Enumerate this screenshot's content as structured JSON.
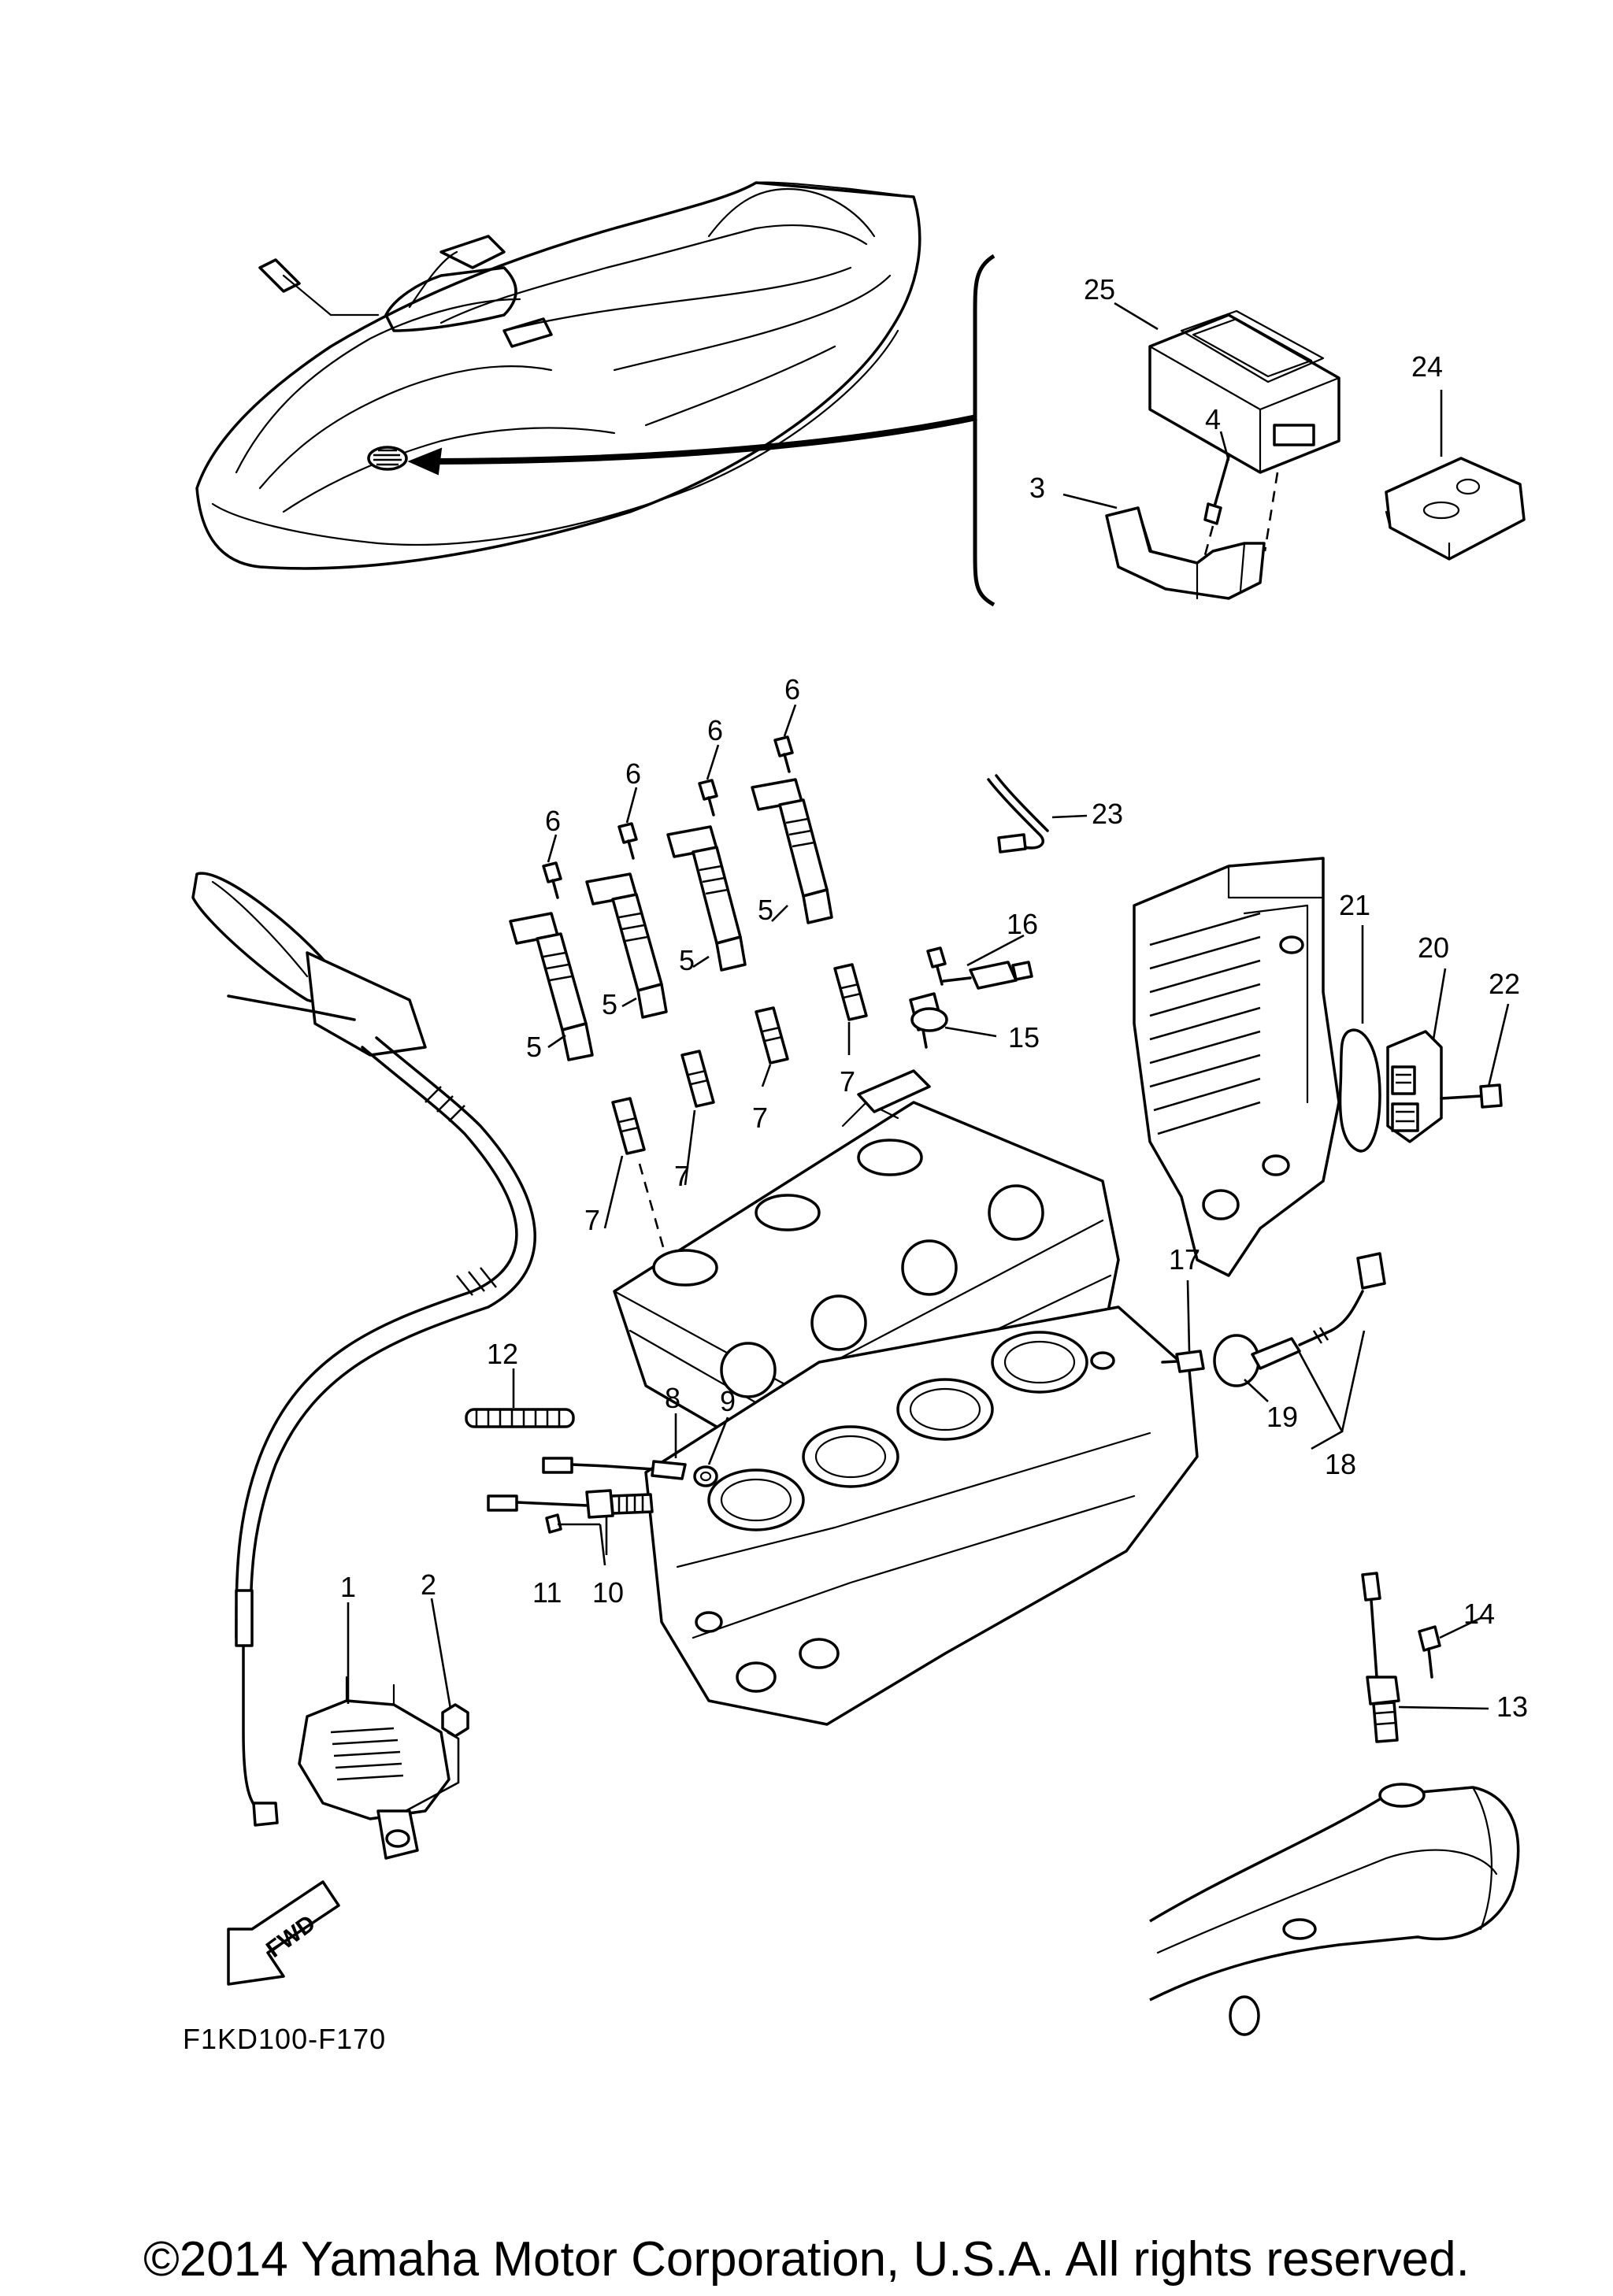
{
  "diagram": {
    "callouts": [
      {
        "id": "c1",
        "text": "1"
      },
      {
        "id": "c2",
        "text": "2"
      },
      {
        "id": "c3",
        "text": "3"
      },
      {
        "id": "c4",
        "text": "4"
      },
      {
        "id": "c5a",
        "text": "5"
      },
      {
        "id": "c5b",
        "text": "5"
      },
      {
        "id": "c5c",
        "text": "5"
      },
      {
        "id": "c5d",
        "text": "5"
      },
      {
        "id": "c6a",
        "text": "6"
      },
      {
        "id": "c6b",
        "text": "6"
      },
      {
        "id": "c6c",
        "text": "6"
      },
      {
        "id": "c6d",
        "text": "6"
      },
      {
        "id": "c7a",
        "text": "7"
      },
      {
        "id": "c7b",
        "text": "7"
      },
      {
        "id": "c7c",
        "text": "7"
      },
      {
        "id": "c7d",
        "text": "7"
      },
      {
        "id": "c8",
        "text": "8"
      },
      {
        "id": "c9",
        "text": "9"
      },
      {
        "id": "c10",
        "text": "10"
      },
      {
        "id": "c11",
        "text": "11"
      },
      {
        "id": "c12",
        "text": "12"
      },
      {
        "id": "c13",
        "text": "13"
      },
      {
        "id": "c14",
        "text": "14"
      },
      {
        "id": "c15",
        "text": "15"
      },
      {
        "id": "c16",
        "text": "16"
      },
      {
        "id": "c17",
        "text": "17"
      },
      {
        "id": "c18",
        "text": "18"
      },
      {
        "id": "c19",
        "text": "19"
      },
      {
        "id": "c20",
        "text": "20"
      },
      {
        "id": "c21",
        "text": "21"
      },
      {
        "id": "c22",
        "text": "22"
      },
      {
        "id": "c23",
        "text": "23"
      },
      {
        "id": "c24",
        "text": "24"
      },
      {
        "id": "c25",
        "text": "25"
      }
    ],
    "fwd_label": "FWD",
    "diagram_code": "F1KD100-F170",
    "copyright": "©2014 Yamaha Motor Corporation, U.S.A. All rights reserved."
  }
}
